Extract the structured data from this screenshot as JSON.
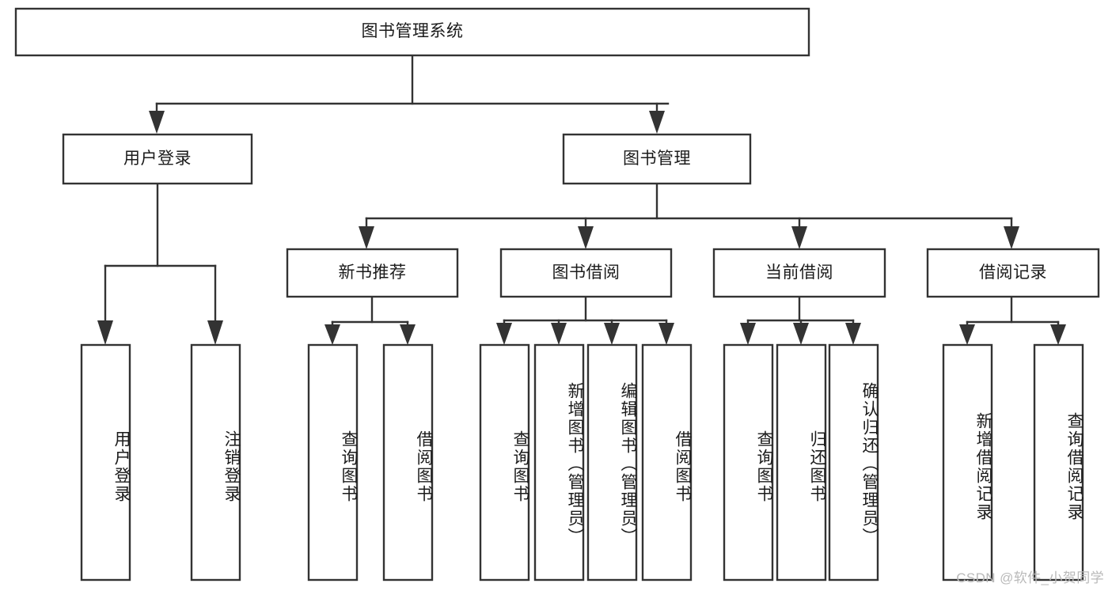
{
  "diagram": {
    "title": "图书管理系统",
    "type": "tree",
    "root": {
      "id": "root",
      "label": "图书管理系统"
    },
    "level2": [
      {
        "id": "user-login",
        "label": "用户登录"
      },
      {
        "id": "book-management",
        "label": "图书管理"
      }
    ],
    "level3": [
      {
        "id": "new-book-recommend",
        "label": "新书推荐",
        "parent": "book-management"
      },
      {
        "id": "book-borrow",
        "label": "图书借阅",
        "parent": "book-management"
      },
      {
        "id": "current-borrow",
        "label": "当前借阅",
        "parent": "book-management"
      },
      {
        "id": "borrow-record",
        "label": "借阅记录",
        "parent": "book-management"
      }
    ],
    "leaves": [
      {
        "id": "leaf-user-login",
        "label": "用户登录",
        "parent": "user-login"
      },
      {
        "id": "leaf-logout-login",
        "label": "注销登录",
        "parent": "user-login"
      },
      {
        "id": "leaf-query-book-1",
        "label": "查询图书",
        "parent": "new-book-recommend"
      },
      {
        "id": "leaf-borrow-book-1",
        "label": "借阅图书",
        "parent": "new-book-recommend"
      },
      {
        "id": "leaf-query-book-2",
        "label": "查询图书",
        "parent": "book-borrow"
      },
      {
        "id": "leaf-add-book",
        "label": "新增图书（管理员）",
        "parent": "book-borrow"
      },
      {
        "id": "leaf-edit-book",
        "label": "编辑图书（管理员）",
        "parent": "book-borrow"
      },
      {
        "id": "leaf-borrow-book-2",
        "label": "借阅图书",
        "parent": "book-borrow"
      },
      {
        "id": "leaf-query-book-3",
        "label": "查询图书",
        "parent": "current-borrow"
      },
      {
        "id": "leaf-return-book",
        "label": "归还图书",
        "parent": "current-borrow"
      },
      {
        "id": "leaf-confirm-return",
        "label": "确认归还（管理员）",
        "parent": "current-borrow"
      },
      {
        "id": "leaf-add-record",
        "label": "新增借阅记录",
        "parent": "borrow-record"
      },
      {
        "id": "leaf-query-record",
        "label": "查询借阅记录",
        "parent": "borrow-record"
      }
    ],
    "colors": {
      "stroke": "#333333",
      "fill": "#ffffff",
      "text": "#1b1b1b",
      "watermark": "#b9b9b9"
    }
  },
  "watermark": {
    "text": "CSDN @软件_小贺同学"
  }
}
